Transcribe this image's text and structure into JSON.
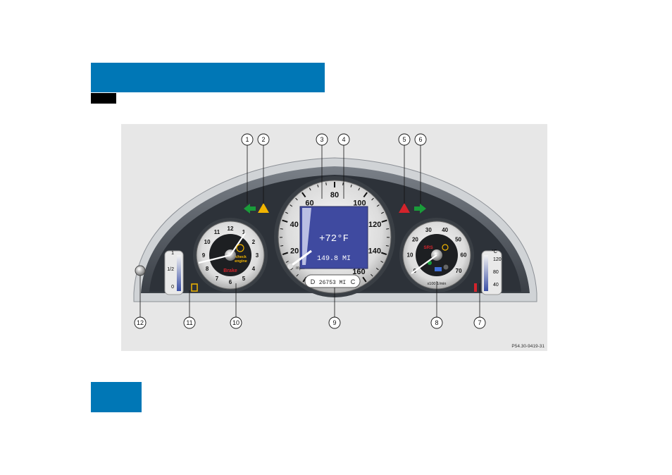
{
  "figure": {
    "code": "P54.30-9419-31",
    "callouts": [
      "1",
      "2",
      "3",
      "4",
      "5",
      "6",
      "7",
      "8",
      "9",
      "10",
      "11",
      "12"
    ]
  },
  "speedometer": {
    "ticks": [
      "20",
      "40",
      "60",
      "80",
      "100",
      "120",
      "140",
      "160"
    ],
    "unit": "mph",
    "temperature": "+72°F",
    "trip": "149.8 MI",
    "odometer": "26753 MI",
    "odo_left": "D",
    "odo_right": "C"
  },
  "clock": {
    "numbers": [
      "12",
      "1",
      "2",
      "3",
      "4",
      "5",
      "6",
      "7",
      "8",
      "9",
      "10",
      "11"
    ],
    "check_line1": "check",
    "check_line2": "engine",
    "brake": "Brake"
  },
  "tachometer": {
    "ticks": [
      "0",
      "10",
      "20",
      "30",
      "40",
      "50",
      "60",
      "70"
    ],
    "unit": "x100 1/min",
    "srs": "SRS"
  },
  "fuel_gauge": {
    "ticks": [
      "1",
      "1/2",
      "0"
    ]
  },
  "coolant_gauge": {
    "unit": "°C",
    "ticks": [
      "120",
      "80",
      "40"
    ]
  },
  "colors": {
    "brand_blue": "#0077b6",
    "display_blue": "#3f4aa0",
    "turn_green": "#1a9c3a",
    "warning_yellow": "#f1b400",
    "warning_red": "#d4232b"
  }
}
